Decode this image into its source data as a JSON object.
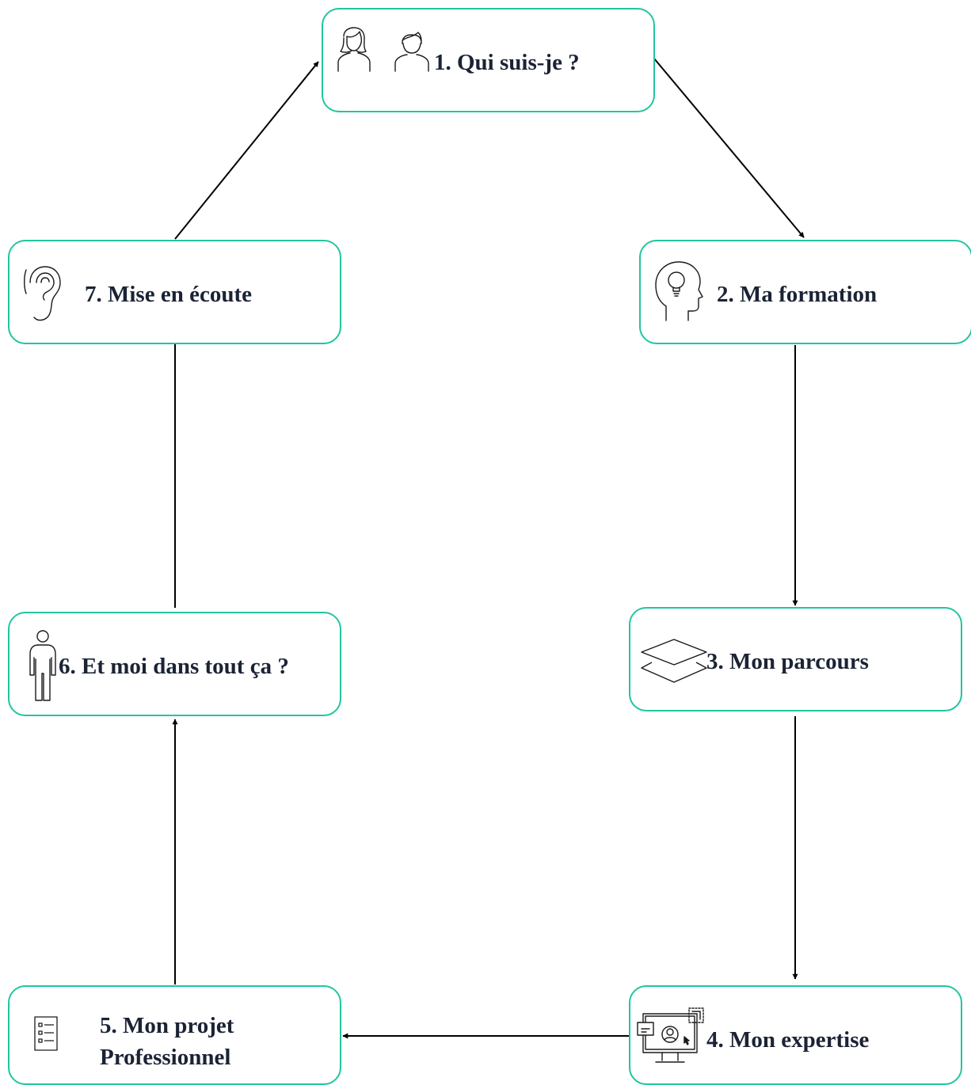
{
  "colors": {
    "node_border": "#22c5a0",
    "text": "#1b2335",
    "arrow": "#000000",
    "icon_stroke": "#1a1a1a"
  },
  "steps": [
    {
      "label": "1. Qui suis-je ?",
      "icon": "people-icon"
    },
    {
      "label": "2. Ma formation",
      "icon": "head-lightbulb-icon"
    },
    {
      "label": "3. Mon parcours",
      "icon": "layers-icon"
    },
    {
      "label": "4. Mon expertise",
      "icon": "monitor-user-icon"
    },
    {
      "label_line1": "5. Mon projet",
      "label_line2": "Professionnel",
      "icon": "checklist-icon"
    },
    {
      "label": "6. Et moi dans tout ça ?",
      "icon": "person-icon"
    },
    {
      "label": "7. Mise en écoute",
      "icon": "ear-icon"
    }
  ],
  "flow": [
    "1 → 2",
    "2 → 3",
    "3 → 4",
    "4 → 5",
    "5 → 6",
    "6 → 7",
    "7 → 1"
  ]
}
